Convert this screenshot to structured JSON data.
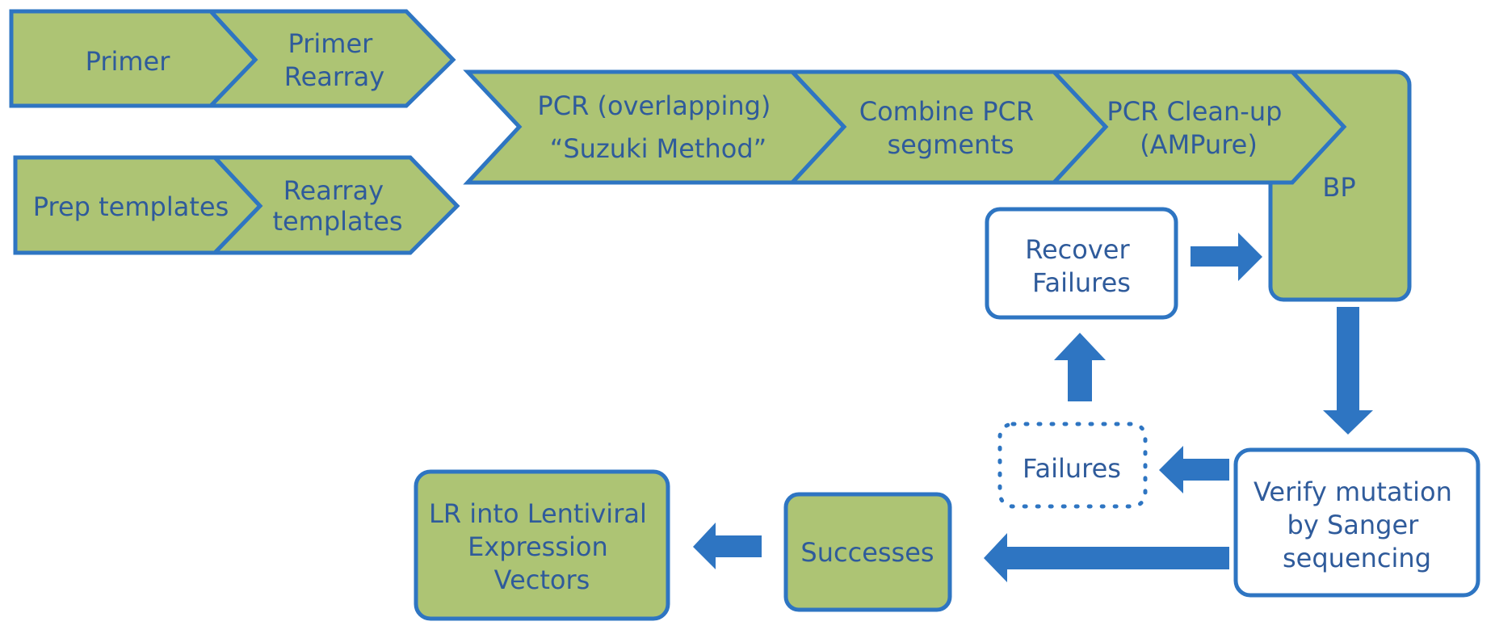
{
  "colors": {
    "green_fill": "#adc474",
    "blue": "#2e75c2",
    "text": "#2f5b9b",
    "white": "#ffffff"
  },
  "chevrons": {
    "primer": "Primer",
    "primer_rearray": [
      "Primer",
      "Rearray"
    ],
    "prep_templates": "Prep templates",
    "rearray_templates": [
      "Rearray",
      "templates"
    ],
    "pcr_overlapping": [
      "PCR (overlapping)",
      "“Suzuki Method”"
    ],
    "combine_pcr": [
      "Combine PCR",
      "segments"
    ],
    "pcr_cleanup": [
      "PCR Clean-up",
      "(AMPure)"
    ]
  },
  "boxes": {
    "bp": "BP",
    "recover_failures": [
      "Recover",
      "Failures"
    ],
    "failures": "Failures",
    "verify_mutation": [
      "Verify mutation",
      "by Sanger",
      "sequencing"
    ],
    "successes": "Successes",
    "lr_lentiviral": [
      "LR into Lentiviral",
      "Expression",
      "Vectors"
    ]
  }
}
